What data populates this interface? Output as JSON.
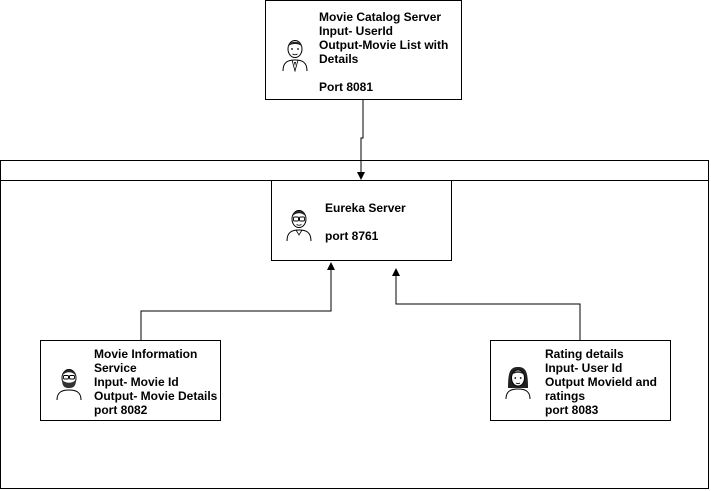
{
  "nodes": {
    "catalog": {
      "lines": [
        "Movie Catalog Server",
        "Input- UserId",
        "Output-Movie List with",
        "Details",
        "",
        "Port 8081"
      ],
      "icon": "man-avatar-icon"
    },
    "eureka": {
      "lines": [
        "Eureka Server",
        "",
        "port 8761"
      ],
      "icon": "man-glasses-avatar-icon"
    },
    "info": {
      "lines": [
        "Movie Information",
        "Service",
        "Input- Movie Id",
        "Output- Movie Details",
        "port 8082"
      ],
      "icon": "bearded-man-avatar-icon"
    },
    "rating": {
      "lines": [
        "Rating details",
        "Input- User Id",
        "Output MovieId and",
        "ratings",
        "port 8083"
      ],
      "icon": "woman-avatar-icon"
    }
  },
  "colors": {
    "stroke": "#000000",
    "background": "#ffffff"
  }
}
